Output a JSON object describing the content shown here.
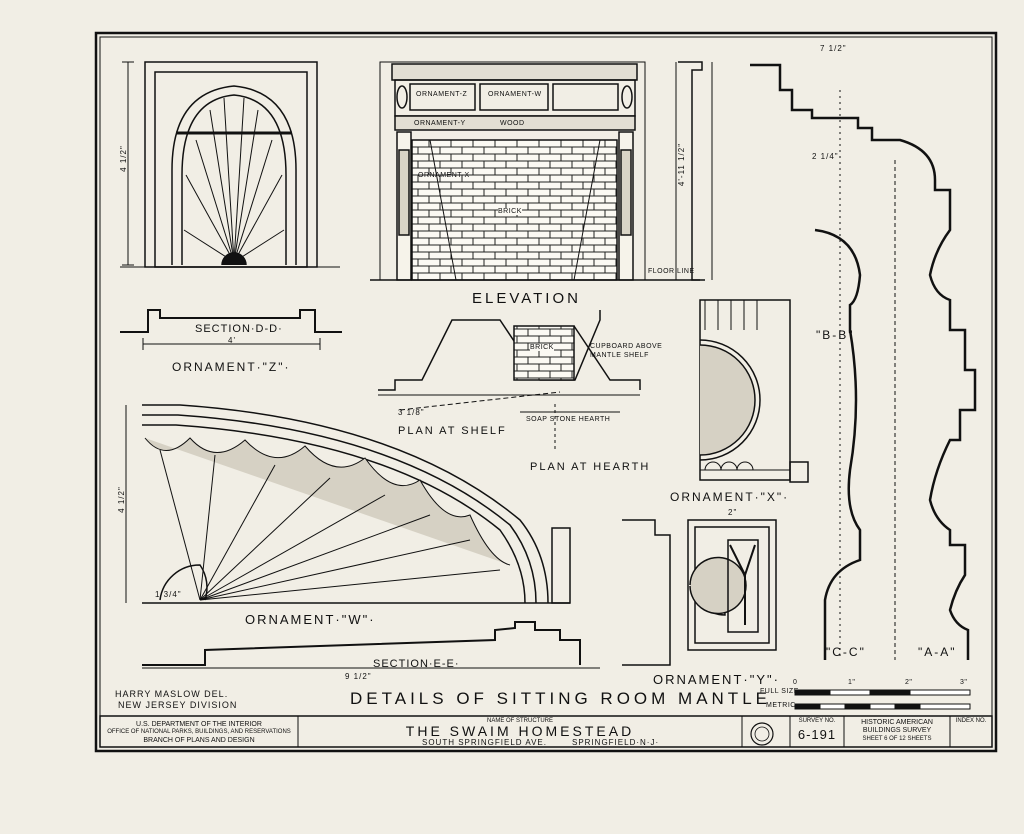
{
  "drawing": {
    "main_title": "DETAILS OF SITTING ROOM MANTLE",
    "delineator": "HARRY MASLOW DEL.",
    "division": "NEW JERSEY DIVISION"
  },
  "views": {
    "elevation": "ELEVATION",
    "section_dd": "SECTION·D-D·",
    "ornament_z": "ORNAMENT·\"Z\"·",
    "ornament_w": "ORNAMENT·\"W\"·",
    "section_ee": "SECTION·E-E·",
    "plan_shelf": "PLAN AT SHELF",
    "plan_hearth": "PLAN AT HEARTH",
    "ornament_x": "ORNAMENT·\"X\"·",
    "ornament_y": "ORNAMENT·\"Y\"·",
    "section_bb": "\"B-B\"",
    "section_cc": "\"C-C\"",
    "section_aa": "\"A-A\""
  },
  "notes": {
    "ornament_z_tag": "ORNAMENT-Z",
    "ornament_w_tag": "ORNAMENT-W",
    "ornament_y_tag": "ORNAMENT-Y",
    "ornament_x_tag": "ORNAMENT-X",
    "wood": "WOOD",
    "brick": "BRICK",
    "floor_line": "FLOOR LINE",
    "cupboard": "CUPBOARD ABOVE MANTLE SHELF",
    "soapstone": "SOAP STONE HEARTH"
  },
  "dimensions": {
    "dd_width": "4'",
    "w_height": "4 1/2\"",
    "z_height": "4 1/2\"",
    "ee_length": "9 1/2\"",
    "w_width": "1 3/4\"",
    "shelf_depth": "3 1/8\"",
    "aa_top": "7 1/2\"",
    "y_width": "2\"",
    "cc_width": "2 1/4\"",
    "elev_height": "4'-11 1/2\""
  },
  "scale": {
    "full_size_label": "FULL SIZE",
    "metric_label": "METRIC",
    "ticks": [
      "0",
      "1\"",
      "2\"",
      "3\""
    ]
  },
  "title_block": {
    "dept_line1": "U.S. DEPARTMENT OF THE INTERIOR",
    "dept_line2": "OFFICE OF NATIONAL PARKS, BUILDINGS, AND RESERVATIONS",
    "dept_line3": "BRANCH OF PLANS AND DESIGN",
    "name_caption": "NAME OF STRUCTURE",
    "structure_name": "THE SWAIM HOMESTEAD",
    "address": "SOUTH SPRINGFIELD AVE.",
    "city": "SPRINGFIELD·N·J·",
    "survey_caption": "SURVEY NO.",
    "survey_no": "6-191",
    "habs_line1": "HISTORIC AMERICAN",
    "habs_line2": "BUILDINGS SURVEY",
    "sheet_text": "SHEET 6 OF 12 SHEETS",
    "index_caption": "INDEX NO."
  }
}
